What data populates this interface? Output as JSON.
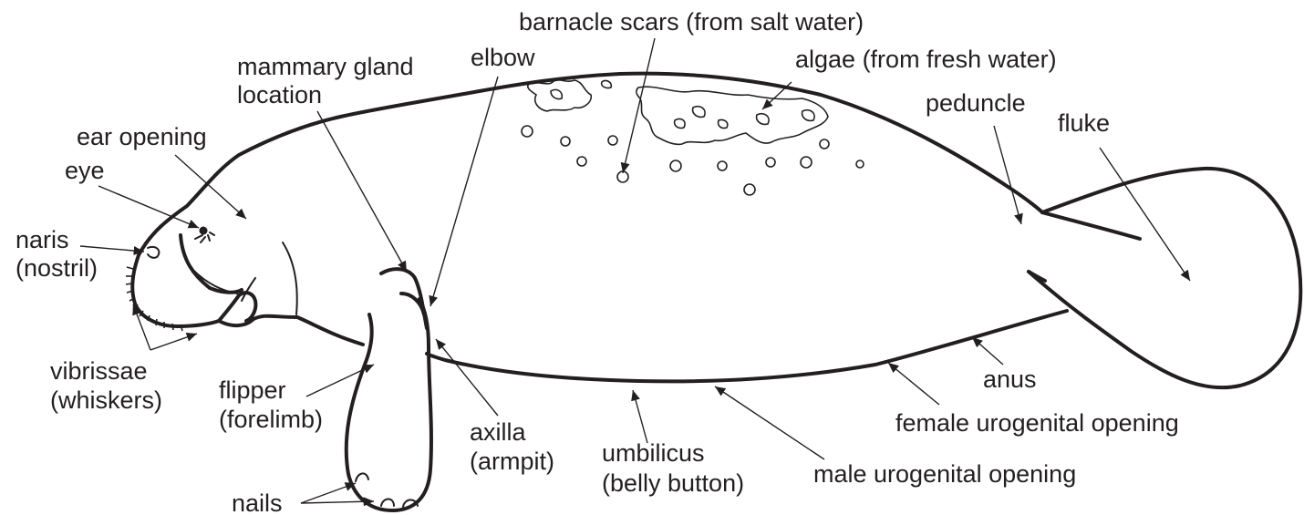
{
  "labels": {
    "barnacle": "barnacle scars (from salt water)",
    "algae": "algae (from fresh water)",
    "elbow": "elbow",
    "mammary_1": "mammary gland",
    "mammary_2": "location",
    "peduncle": "peduncle",
    "fluke": "fluke",
    "ear": "ear opening",
    "eye": "eye",
    "naris_1": "naris",
    "naris_2": "(nostril)",
    "vibrissae_1": "vibrissae",
    "vibrissae_2": "(whiskers)",
    "flipper_1": "flipper",
    "flipper_2": "(forelimb)",
    "axilla_1": "axilla",
    "axilla_2": "(armpit)",
    "umbilicus_1": "umbilicus",
    "umbilicus_2": "(belly button)",
    "male_urogenital": "male urogenital opening",
    "female_urogenital": "female urogenital opening",
    "anus": "anus",
    "nails": "nails"
  },
  "colors": {
    "ink": "#231f20",
    "background": "#ffffff"
  }
}
